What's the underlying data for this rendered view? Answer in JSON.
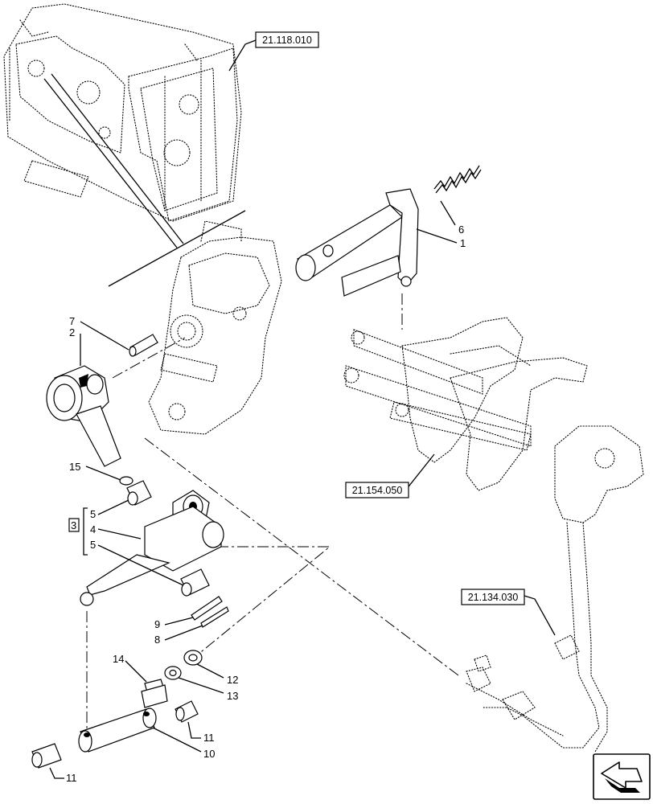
{
  "references": {
    "gearbox_housing": "21.118.010",
    "shift_forks": "21.154.050",
    "gear_lever": "21.134.030"
  },
  "callouts": {
    "c1": "1",
    "c2": "2",
    "c3_box": "3",
    "c4": "4",
    "c5a": "5",
    "c5b": "5",
    "c6": "6",
    "c7": "7",
    "c8": "8",
    "c9": "9",
    "c10": "10",
    "c11a": "11",
    "c11b": "11",
    "c12": "12",
    "c13": "13",
    "c14": "14",
    "c15": "15"
  },
  "icons": {
    "navigation": "arrow-icon"
  }
}
